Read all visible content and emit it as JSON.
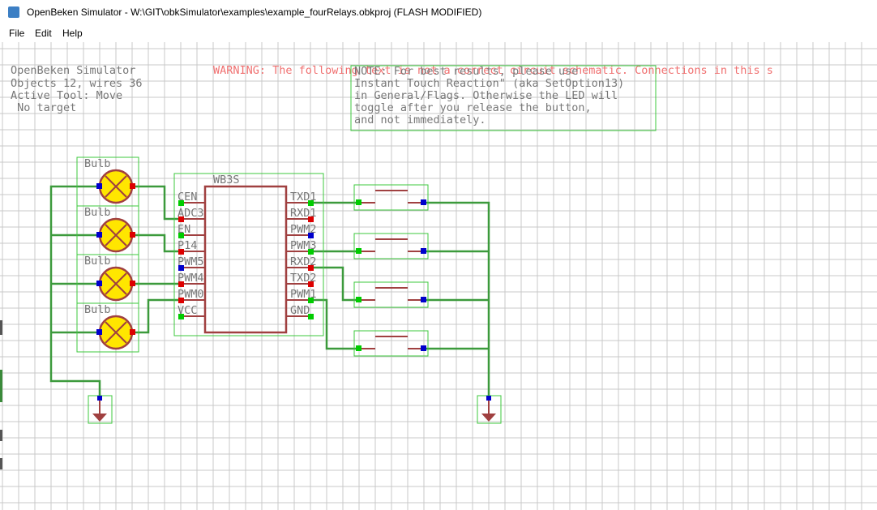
{
  "window": {
    "title": "OpenBeken Simulator - W:\\GIT\\obkSimulator\\examples\\example_fourRelays.obkproj (FLASH MODIFIED)"
  },
  "menu": {
    "items": [
      "File",
      "Edit",
      "Help"
    ]
  },
  "status": {
    "line1": "OpenBeken Simulator",
    "line2": "Objects 12, wires 36",
    "line3": "Active Tool: Move",
    "line4": " No target"
  },
  "warning": {
    "text": "WARNING: The following text is not a correct circuit schematic. Connections in this s"
  },
  "note": {
    "lines": [
      "NOTE: For best results, please use",
      "Instant Touch Reaction\" (aka SetOption13)",
      "in General/Flags. Otherwise the LED will",
      "toggle after you release the button,",
      "and not immediately."
    ]
  },
  "bulbs": {
    "label": "Bulb",
    "count": 4
  },
  "chip": {
    "name": "WB3S",
    "left_pins": [
      "CEN",
      "ADC3",
      "EN",
      "P14",
      "PWM5",
      "PWM4",
      "PWM0",
      "VCC"
    ],
    "right_pins": [
      "TXD1",
      "RXD1",
      "PWM2",
      "PWM3",
      "RXD2",
      "TXD2",
      "PWM1",
      "GND"
    ]
  },
  "colors": {
    "grid": "#c8c8c8",
    "wire": "#3c9a3c",
    "selection": "#3cc83c",
    "component": "#a04040",
    "bulb_fill": "#ffe600",
    "pin_blue": "#0000cc",
    "pin_red": "#dd0000",
    "pin_green": "#00cc00",
    "warning_text": "#f07070",
    "status_text": "#777777"
  }
}
